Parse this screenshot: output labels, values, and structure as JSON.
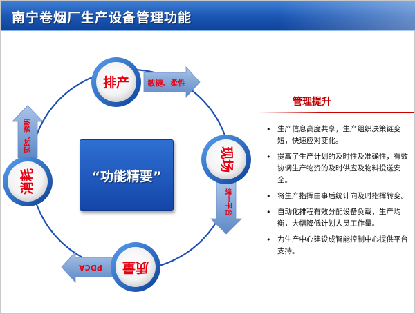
{
  "slide": {
    "title": "南宁卷烟厂生产设备管理功能",
    "center_label": "“功能精要”"
  },
  "cycle": {
    "nodes": [
      {
        "id": "top",
        "label": "排产"
      },
      {
        "id": "right",
        "label": "现场"
      },
      {
        "id": "bottom",
        "label": "质量"
      },
      {
        "id": "left",
        "label": "消耗"
      }
    ],
    "arrows": [
      {
        "id": "top-right",
        "label": "敏捷、柔性"
      },
      {
        "id": "right-bottom",
        "label": "统一平台"
      },
      {
        "id": "bottom-left",
        "label": "PDCA"
      },
      {
        "id": "left-top",
        "label": "实时、透明"
      }
    ]
  },
  "panel": {
    "heading": "管理提升",
    "items": [
      "生产信息高度共享，生产组织决策链变短，快速应对变化。",
      "提高了生产计划的及时性及准确性，有效协调生产物资的及时供应及物料投送安全。",
      "将生产指挥由事后统计向及时指挥转变。",
      "自动化排程有效分配设备负载，生产均衡，大幅降低计划人员工作量。",
      "为生产中心建设成智能控制中心提供平台支持。"
    ]
  },
  "colors": {
    "title_bar": "#1a56b4",
    "ring": "#1c4fb0",
    "node_text": "#e60012",
    "center_box": "#1446a8",
    "panel_heading": "#c00000"
  }
}
